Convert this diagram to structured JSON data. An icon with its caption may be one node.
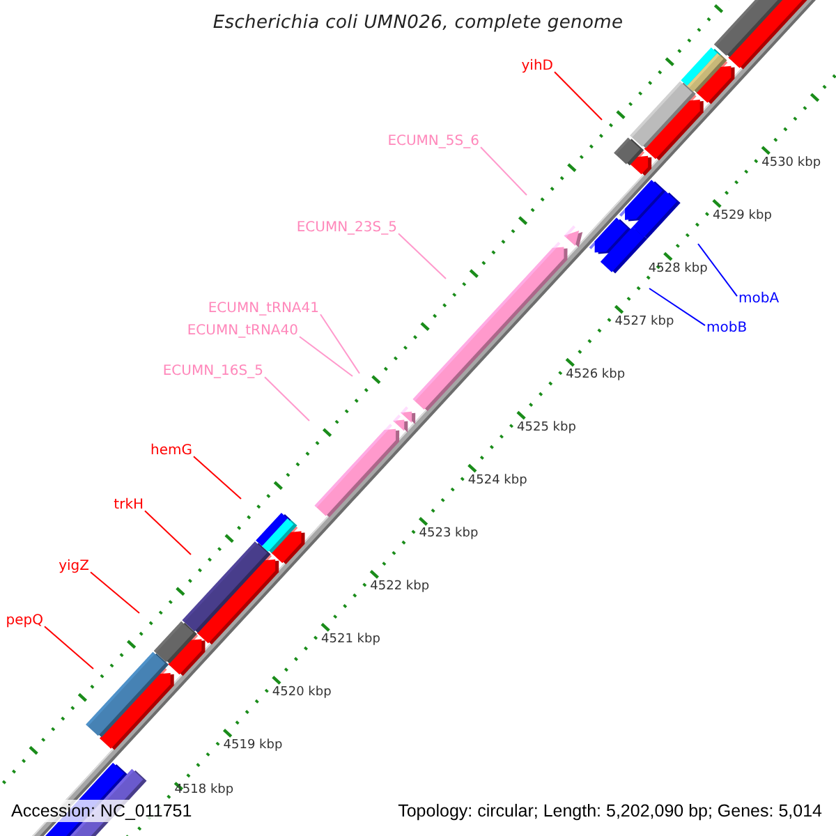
{
  "diagram": {
    "title": "Escherichia coli UMN026, complete genome",
    "nodes": [
      {
        "text": [
          "yihD"
        ]
      },
      {
        "text": [
          "ECUMN_5S_6"
        ]
      },
      {
        "text": [
          "ECUMN_23S_5"
        ]
      },
      {
        "text": [
          "mobA"
        ]
      },
      {
        "text": [
          "ECUMN_tRNA41"
        ]
      },
      {
        "text": [
          "mobB"
        ]
      },
      {
        "text": [
          "ECUMN_tRNA40"
        ]
      },
      {
        "text": [
          "ECUMN_16S_5"
        ]
      },
      {
        "text": [
          "hemG"
        ]
      },
      {
        "text": [
          "trkH"
        ]
      },
      {
        "text": [
          "yigZ"
        ]
      },
      {
        "text": [
          "pepQ"
        ]
      }
    ],
    "edges": [
      {
        "from": 0,
        "to": null,
        "arrow": "none"
      },
      {
        "from": 1,
        "to": null,
        "arrow": "none",
        "color": "#ff99cc"
      },
      {
        "from": 2,
        "to": null,
        "arrow": "none",
        "color": "#ff99cc"
      },
      {
        "from": 3,
        "to": null,
        "arrow": "none",
        "color": "#0000ff"
      },
      {
        "from": 4,
        "to": null,
        "arrow": "none",
        "color": "#ff99cc"
      },
      {
        "from": 5,
        "to": null,
        "arrow": "none",
        "color": "#0000ff"
      },
      {
        "from": 6,
        "to": null,
        "arrow": "none",
        "color": "#ff99cc"
      },
      {
        "from": 7,
        "to": null,
        "arrow": "none",
        "color": "#ff99cc"
      },
      {
        "from": 8,
        "to": null,
        "arrow": "none"
      },
      {
        "from": 9,
        "to": null,
        "arrow": "none"
      },
      {
        "from": 10,
        "to": null,
        "arrow": "none"
      },
      {
        "from": 11,
        "to": null,
        "arrow": "none"
      }
    ],
    "labels": [
      "4530 kbp",
      "4529 kbp",
      "4528 kbp",
      "4527 kbp",
      "4526 kbp",
      "4525 kbp",
      "4524 kbp",
      "4523 kbp",
      "4522 kbp",
      "4521 kbp",
      "4520 kbp",
      "4519 kbp",
      "4518 kbp",
      "Accession: NC_011751",
      "Topology: circular; Length: 5,202,090 bp; Genes: 5,014"
    ]
  }
}
